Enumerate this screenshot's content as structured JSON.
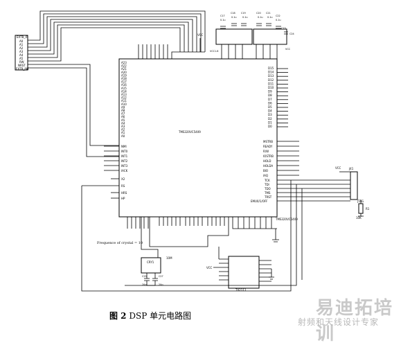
{
  "caption": {
    "fig": "图 2",
    "text": "DSP 单元电路图"
  },
  "main_chip": {
    "name": "TMS320VC5409",
    "name_bottom": "TMS320VC5409"
  },
  "jtag_chip": {
    "name": "TX2111"
  },
  "ext_bus": {
    "title": "EXTB_IF",
    "labels": [
      "A0",
      "A1",
      "A2",
      "A3",
      "A4",
      "A5",
      "RW",
      "NRST",
      "EXTB_INT"
    ]
  },
  "left_pins": [
    "A23",
    "A22",
    "A21",
    "A20",
    "A19",
    "A18",
    "A17",
    "A16",
    "A15",
    "A14",
    "A13",
    "A12",
    "A11",
    "A10",
    "A9",
    "A8",
    "A7",
    "A6",
    "A5",
    "A4",
    "A3",
    "A2",
    "A1",
    "A0"
  ],
  "left_ctrl_pins": [
    "NMI",
    "INT0",
    "INT1",
    "INT2",
    "INT3",
    "IACK",
    "X2",
    "RS",
    "HRS",
    "HP"
  ],
  "right_data_pins": [
    "D15",
    "D14",
    "D13",
    "D12",
    "D11",
    "D10",
    "D9",
    "D8",
    "D7",
    "D6",
    "D5",
    "D4",
    "D3",
    "D2",
    "D1",
    "D0"
  ],
  "right_ctrl_pins": [
    "MSTRB",
    "READY",
    "R/W",
    "IOSTRB",
    "HOLD",
    "HOLDA",
    "BIO",
    "IAQ"
  ],
  "right_jtag_pins": [
    "TCK",
    "TDI",
    "TDO",
    "TMS",
    "TRST",
    "EMU0/1/OFF"
  ],
  "caps_top": [
    "C17",
    "C18",
    "C19",
    "C20",
    "C21",
    "C22",
    "C23",
    "C24"
  ],
  "cap_values": [
    "0.1u",
    "0.1u",
    "0.1u",
    "0.1u",
    "0.1u",
    "0.1u"
  ],
  "vcc_label": "VCC",
  "vcc_ext": "VCC1.8",
  "crystal": {
    "ref": "CRY1",
    "value": "10M",
    "c1": "C25",
    "c2": "C27",
    "c1v": "20p",
    "c2v": "20p"
  },
  "freq_note": "Frequence of crystal = 10",
  "jtag_conn": {
    "ref": "J41",
    "r": "R1",
    "r_val": "10K",
    "label": "JTAG"
  },
  "watermark": {
    "line1": "易迪拓培训",
    "line2": "射频和天线设计专家"
  }
}
